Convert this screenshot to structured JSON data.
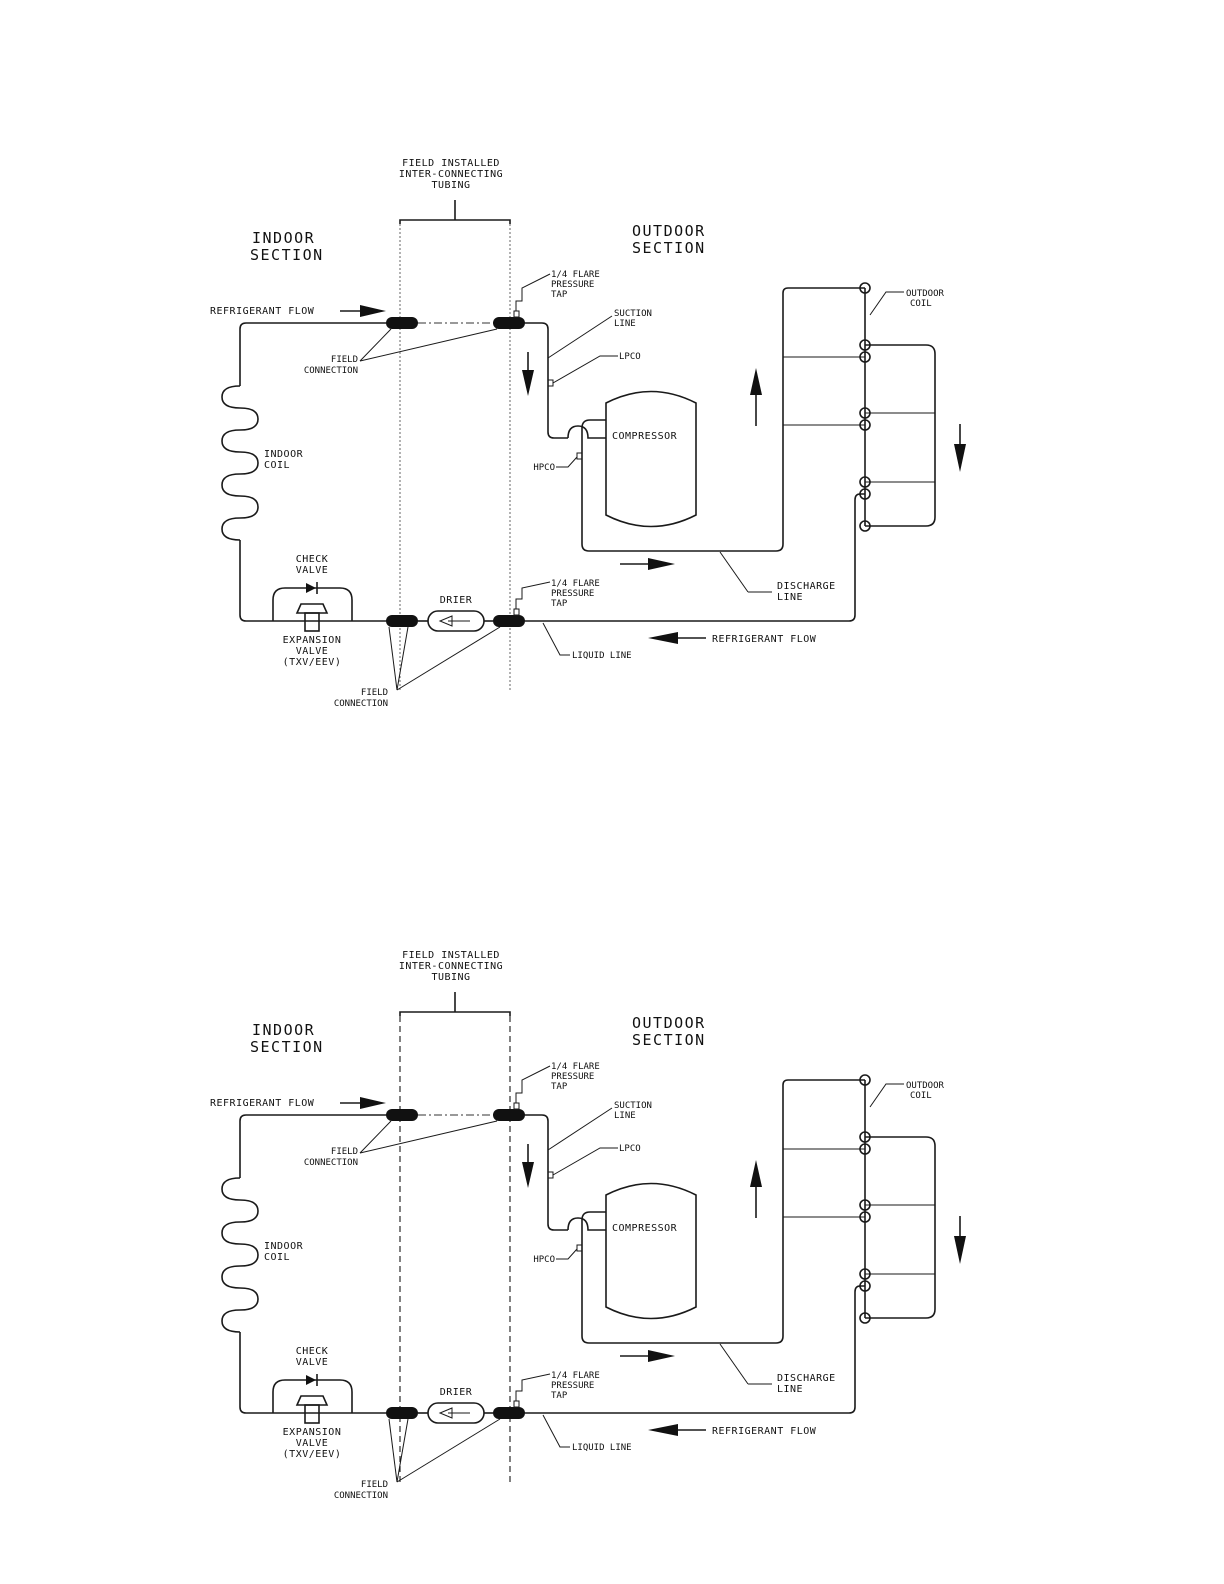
{
  "labels": {
    "field_installed": [
      "FIELD INSTALLED",
      "INTER-CONNECTING",
      "TUBING"
    ],
    "indoor_section": [
      "INDOOR",
      "SECTION"
    ],
    "outdoor_section": [
      "OUTDOOR",
      "SECTION"
    ],
    "refrigerant_flow": "REFRIGERANT FLOW",
    "field_connection": [
      "FIELD",
      "CONNECTION"
    ],
    "flare_tap": [
      "1/4 FLARE",
      "PRESSURE",
      "TAP"
    ],
    "suction_line": [
      "SUCTION",
      "LINE"
    ],
    "lpco": "LPCO",
    "hpco": "HPCO",
    "compressor": "COMPRESSOR",
    "outdoor_coil": [
      "OUTDOOR",
      "COIL"
    ],
    "indoor_coil": [
      "INDOOR",
      "COIL"
    ],
    "check_valve": [
      "CHECK",
      "VALVE"
    ],
    "expansion_valve": [
      "EXPANSION",
      "VALVE",
      "(TXV/EEV)"
    ],
    "drier": "DRIER",
    "discharge_line": [
      "DISCHARGE",
      "LINE"
    ],
    "liquid_line": "LIQUID LINE"
  }
}
